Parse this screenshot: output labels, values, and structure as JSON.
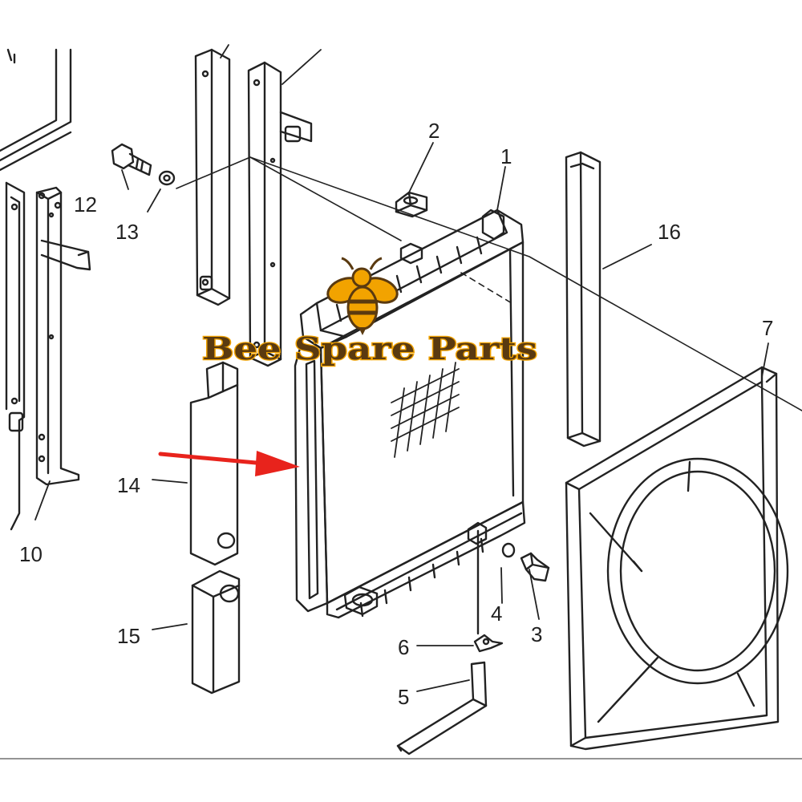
{
  "callouts": {
    "c1": "1",
    "c2": "2",
    "c3": "3",
    "c4": "4",
    "c5": "5",
    "c6": "6",
    "c7": "7",
    "c10": "10",
    "c12": "12",
    "c13": "13",
    "c14": "14",
    "c15": "15",
    "c16": "16"
  },
  "watermark": {
    "text": "Bee Spare Parts",
    "fill_color": "#5a3a10",
    "outline_color": "#f2a300",
    "bee_color": "#f2a300"
  },
  "colors": {
    "line_art": "#222222",
    "indicator_arrow": "#e8231c"
  }
}
